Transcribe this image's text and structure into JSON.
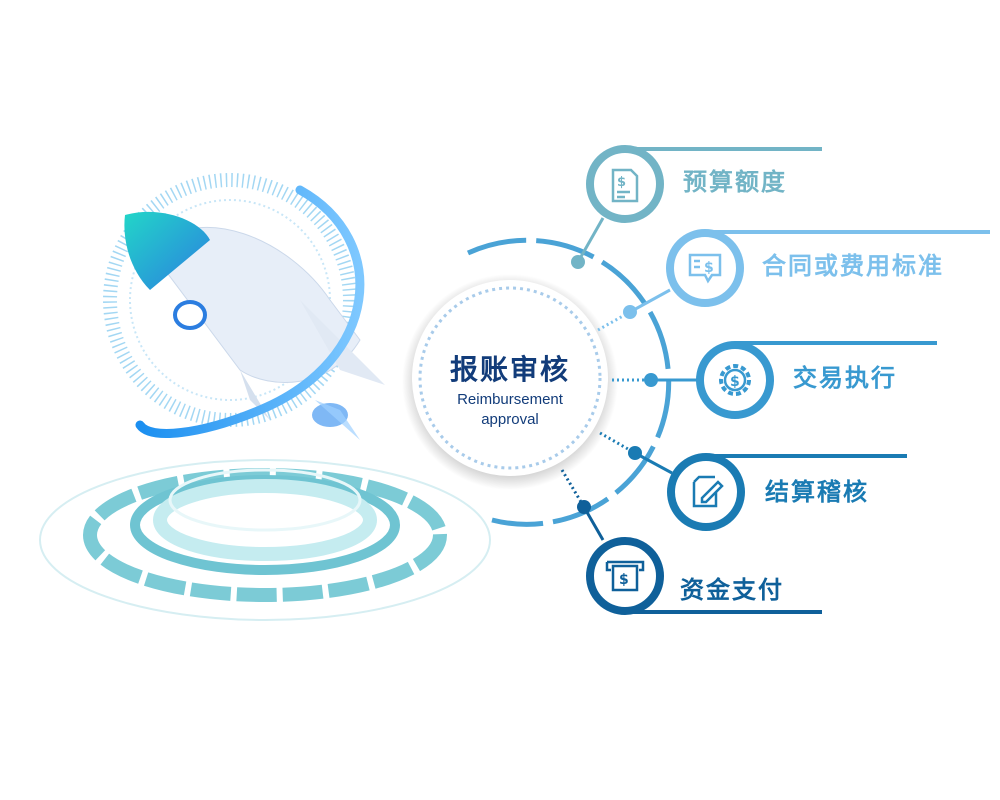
{
  "center": {
    "title": "报账审核",
    "subtitle_line1": "Reimbursement",
    "subtitle_line2": "approval"
  },
  "steps": [
    {
      "label": "预算额度",
      "icon": "budget-document-icon",
      "color": "#72b4c6"
    },
    {
      "label": "合同或费用标准",
      "icon": "contract-chat-icon",
      "color": "#7cc0ec"
    },
    {
      "label": "交易执行",
      "icon": "gear-dollar-icon",
      "color": "#3899d0"
    },
    {
      "label": "结算稽核",
      "icon": "edit-document-icon",
      "color": "#1a7bb3"
    },
    {
      "label": "资金支付",
      "icon": "payment-atm-icon",
      "color": "#0f609a"
    }
  ]
}
